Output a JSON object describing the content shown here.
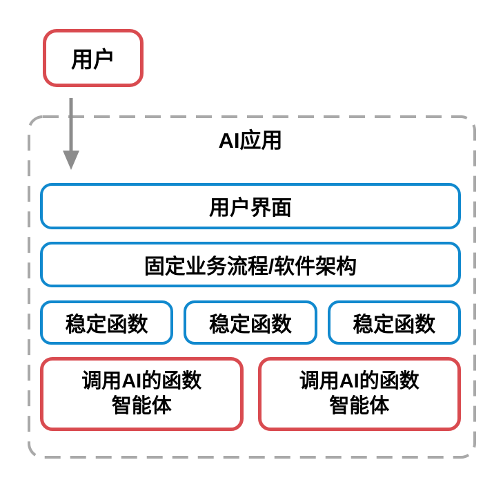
{
  "diagram": {
    "user_box": {
      "label": "用户"
    },
    "arrow": {
      "icon": "down-arrow",
      "color": "#8c8c8c"
    },
    "app_container": {
      "title": "AI应用",
      "layers": [
        {
          "label": "用户界面"
        },
        {
          "label": "固定业务流程/软件架构"
        }
      ],
      "stable_functions": [
        {
          "label": "稳定函数"
        },
        {
          "label": "稳定函数"
        },
        {
          "label": "稳定函数"
        }
      ],
      "agents": [
        {
          "line1": "调用AI的函数",
          "line2": "智能体"
        },
        {
          "line1": "调用AI的函数",
          "line2": "智能体"
        }
      ]
    },
    "colors": {
      "red_border": "#d94b50",
      "blue_border": "#1189ce",
      "dash_gray": "#a9a9a9",
      "arrow_gray": "#8c8c8c",
      "text": "#000000",
      "background": "#ffffff"
    }
  }
}
